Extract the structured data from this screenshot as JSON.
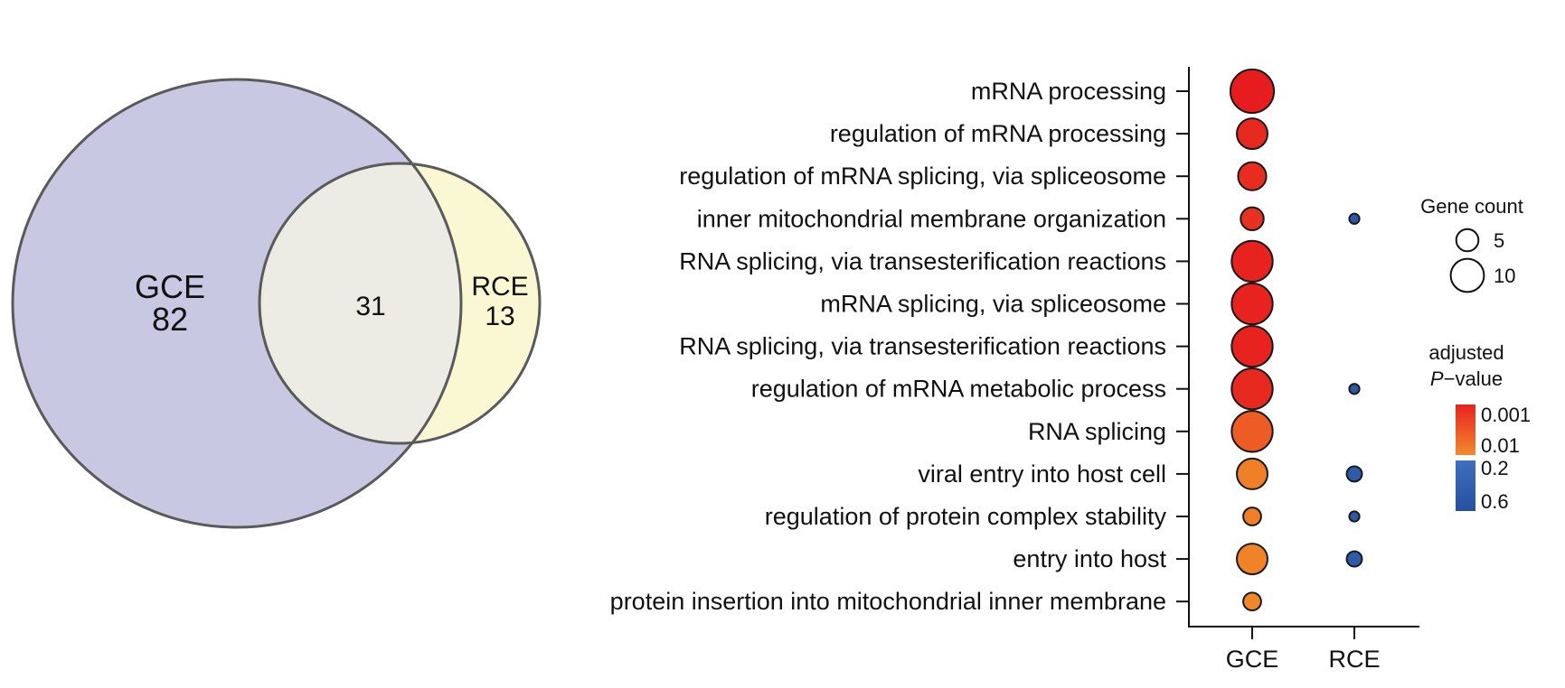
{
  "chart_data": [
    {
      "type": "venn",
      "sets": [
        {
          "name": "GCE",
          "only_count": "82",
          "color": "#c8c8e3"
        },
        {
          "name": "RCE",
          "only_count": "13",
          "color": "#f9f8d3"
        }
      ],
      "intersection": {
        "count": "31",
        "color": "#ecebe4"
      },
      "outline_color": "#5a5a5a"
    },
    {
      "type": "scatter",
      "subtype": "dot-plot",
      "terms": [
        "mRNA processing",
        "regulation of mRNA processing",
        "regulation of mRNA splicing, via spliceosome",
        "inner mitochondrial membrane organization",
        "RNA splicing, via transesterification reactions",
        "mRNA splicing, via spliceosome",
        "RNA splicing, via transesterification reactions",
        "regulation of mRNA metabolic process",
        "RNA splicing",
        "viral entry into host cell",
        "regulation of protein complex stability",
        "entry into host",
        "protein insertion into mitochondrial inner membrane"
      ],
      "groups": [
        "GCE",
        "RCE"
      ],
      "points": [
        {
          "term": 0,
          "group": "GCE",
          "gene_count": 14,
          "adj_p": 0.0005
        },
        {
          "term": 1,
          "group": "GCE",
          "gene_count": 9,
          "adj_p": 0.0007
        },
        {
          "term": 2,
          "group": "GCE",
          "gene_count": 8,
          "adj_p": 0.0008
        },
        {
          "term": 3,
          "group": "GCE",
          "gene_count": 6,
          "adj_p": 0.0009
        },
        {
          "term": 3,
          "group": "RCE",
          "gene_count": 1,
          "adj_p": 0.5
        },
        {
          "term": 4,
          "group": "GCE",
          "gene_count": 13,
          "adj_p": 0.0006
        },
        {
          "term": 5,
          "group": "GCE",
          "gene_count": 13,
          "adj_p": 0.0006
        },
        {
          "term": 6,
          "group": "GCE",
          "gene_count": 13,
          "adj_p": 0.0006
        },
        {
          "term": 7,
          "group": "GCE",
          "gene_count": 13,
          "adj_p": 0.0007
        },
        {
          "term": 7,
          "group": "RCE",
          "gene_count": 1,
          "adj_p": 0.5
        },
        {
          "term": 8,
          "group": "GCE",
          "gene_count": 13,
          "adj_p": 0.003
        },
        {
          "term": 9,
          "group": "GCE",
          "gene_count": 9,
          "adj_p": 0.008
        },
        {
          "term": 9,
          "group": "RCE",
          "gene_count": 3,
          "adj_p": 0.45
        },
        {
          "term": 10,
          "group": "GCE",
          "gene_count": 4,
          "adj_p": 0.008
        },
        {
          "term": 10,
          "group": "RCE",
          "gene_count": 1,
          "adj_p": 0.5
        },
        {
          "term": 11,
          "group": "GCE",
          "gene_count": 9,
          "adj_p": 0.009
        },
        {
          "term": 11,
          "group": "RCE",
          "gene_count": 3,
          "adj_p": 0.45
        },
        {
          "term": 12,
          "group": "GCE",
          "gene_count": 4,
          "adj_p": 0.01
        }
      ],
      "size_legend": {
        "title": "Gene count",
        "entries": [
          5,
          10
        ]
      },
      "color_legend": {
        "title_line1": "adjusted",
        "title_p": "P",
        "title_rest": "−value",
        "low_range": {
          "top": "0.001",
          "bottom": "0.01",
          "colors": [
            "#e8221f",
            "#f28a2e"
          ]
        },
        "high_range": {
          "top": "0.2",
          "bottom": "0.6",
          "colors": [
            "#3f6fbf",
            "#25509e"
          ]
        }
      },
      "point_outline_color": "#1a1a1a",
      "grid": false
    }
  ]
}
